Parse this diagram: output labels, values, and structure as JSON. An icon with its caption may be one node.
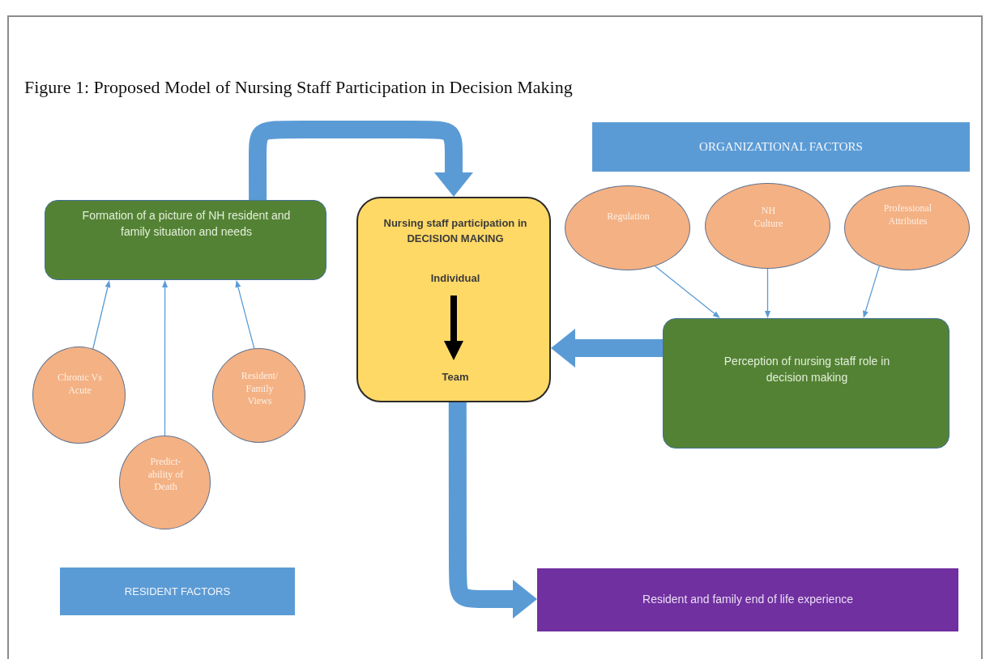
{
  "diagram": {
    "title": "Figure 1: Proposed Model of Nursing Staff Participation in Decision Making",
    "nodes": [
      {
        "text": [
          "ORGANIZATIONAL FACTORS"
        ]
      },
      {
        "text": [
          "Formation of a picture of NH resident and family situation and needs"
        ]
      },
      {
        "text": [
          "Nursing staff participation in DECISION MAKING",
          "Individual",
          "Team"
        ]
      },
      {
        "text": [
          "Regulation"
        ]
      },
      {
        "text": [
          "NH Culture"
        ]
      },
      {
        "text": [
          "Professional Attributes"
        ]
      },
      {
        "text": [
          "Perception of nursing staff role in decision making"
        ]
      },
      {
        "text": [
          "Chronic Vs Acute"
        ]
      },
      {
        "text": [
          "Resident/ Family Views"
        ]
      },
      {
        "text": [
          "Predict-ability of Death"
        ]
      },
      {
        "text": [
          "RESIDENT FACTORS"
        ]
      },
      {
        "text": [
          "Resident and family end of life experience"
        ]
      }
    ],
    "edges": [
      {
        "from": 1,
        "to": 2,
        "arrow": "to",
        "style": "thick"
      },
      {
        "from": 7,
        "to": 1,
        "arrow": "to"
      },
      {
        "from": 9,
        "to": 1,
        "arrow": "to"
      },
      {
        "from": 8,
        "to": 1,
        "arrow": "to"
      },
      {
        "from": 3,
        "to": 6,
        "arrow": "to"
      },
      {
        "from": 4,
        "to": 6,
        "arrow": "to"
      },
      {
        "from": 5,
        "to": 6,
        "arrow": "to"
      },
      {
        "from": 6,
        "to": 2,
        "arrow": "to",
        "style": "thick"
      },
      {
        "from": 2,
        "to": 11,
        "arrow": "to",
        "style": "thick"
      }
    ]
  }
}
